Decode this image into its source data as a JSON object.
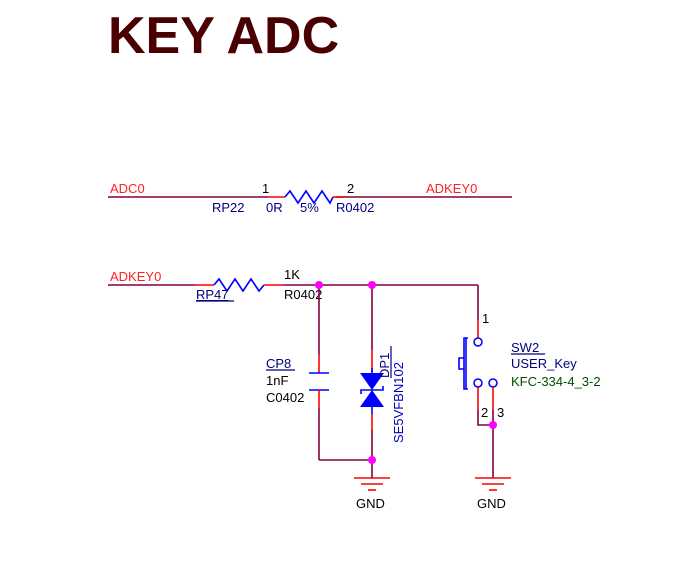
{
  "title": "KEY ADC",
  "nets": {
    "adc0": "ADC0",
    "adkey0_right": "ADKEY0",
    "adkey0_left": "ADKEY0"
  },
  "components": {
    "rp22": {
      "designator": "RP22",
      "value": "0R",
      "tolerance": "5%",
      "footprint": "R0402",
      "pin1": "1",
      "pin2": "2"
    },
    "rp47": {
      "designator": "RP47",
      "value": "1K",
      "footprint": "R0402"
    },
    "cp8": {
      "designator": "CP8",
      "value": "1nF",
      "footprint": "C0402"
    },
    "dp1": {
      "designator": "DP1",
      "part": "SE5VFBN102"
    },
    "sw2": {
      "designator": "SW2",
      "value": "USER_Key",
      "footprint": "KFC-334-4_3-2",
      "pin1": "1",
      "pin2": "2",
      "pin3": "3"
    }
  },
  "power": {
    "gnd1": "GND",
    "gnd2": "GND"
  },
  "colors": {
    "title": "#4a0000",
    "net_label": "#ff2020",
    "wire": "#800040",
    "pin": "#ff0000",
    "symbol_body": "#0000ff",
    "junction": "#ff00ff"
  }
}
